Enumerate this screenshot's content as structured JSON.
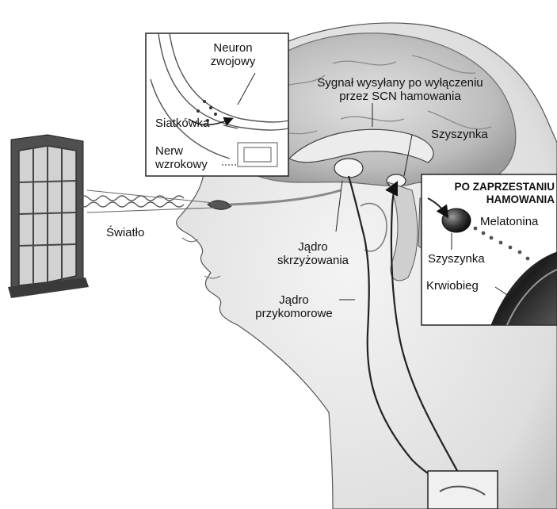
{
  "labels": {
    "neuron": [
      "Neuron",
      "zwojowy"
    ],
    "retina": "Siatkówka",
    "optic_nerve": [
      "Nerw",
      "wzrokowy"
    ],
    "signal": [
      "Sygnał wysyłany po wyłączeniu",
      "przez SCN hamowania"
    ],
    "pineal_top": "Szyszynka",
    "light": "Światło",
    "scn": [
      "Jądro",
      "skrzyżowania"
    ],
    "pvn": [
      "Jądro",
      "przykomorowe"
    ],
    "inset_title": [
      "PO ZAPRZESTANIU",
      "HAMOWANIA"
    ],
    "melatonin": "Melatonina",
    "pineal_inset": "Szyszynka",
    "bloodstream": "Krwiobieg"
  },
  "colors": {
    "ink": "#111111",
    "paper": "#ffffff",
    "head_tone": "#d9d9d9",
    "brain_tone": "#bdbdbd",
    "window_frame": "#5a5a5a",
    "window_glass": "#c8c8c8"
  }
}
